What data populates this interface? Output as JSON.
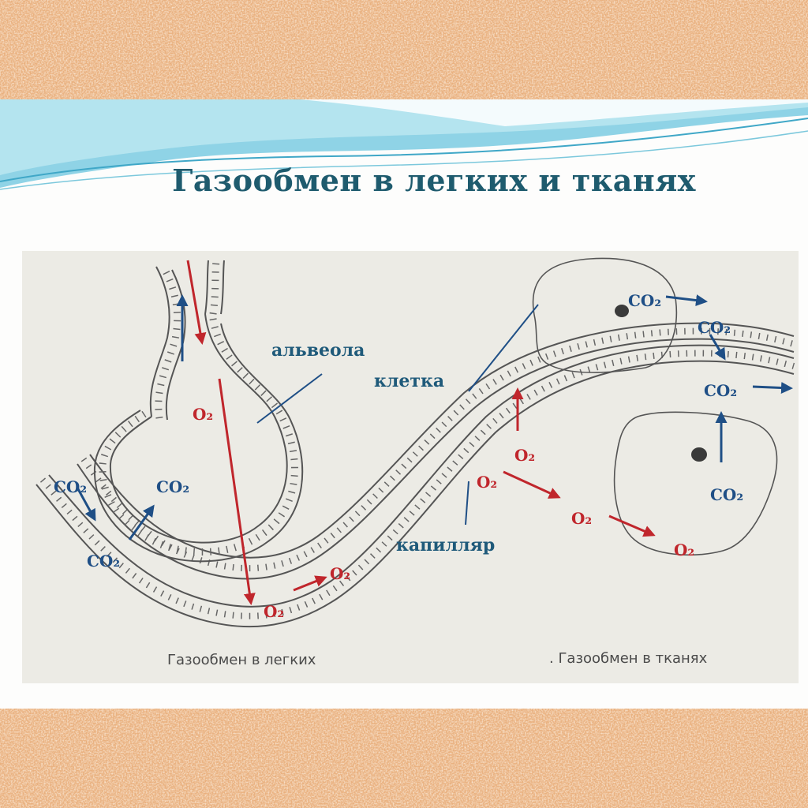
{
  "slide": {
    "title": "Газообмен в легких и тканях"
  },
  "labels": {
    "cell": "клетка",
    "alveolus": "альвеола",
    "capillary": "капилляр"
  },
  "captions": {
    "lungs": "Газообмен в легких",
    "tissues": ". Газообмен в тканях"
  },
  "gases": {
    "co2": "CO₂",
    "o2": "O₂"
  },
  "colors": {
    "co2_arrow": "#1f4f86",
    "o2_arrow": "#c0262c",
    "title": "#1e5b6e",
    "background_texture": "#e9b07e"
  }
}
